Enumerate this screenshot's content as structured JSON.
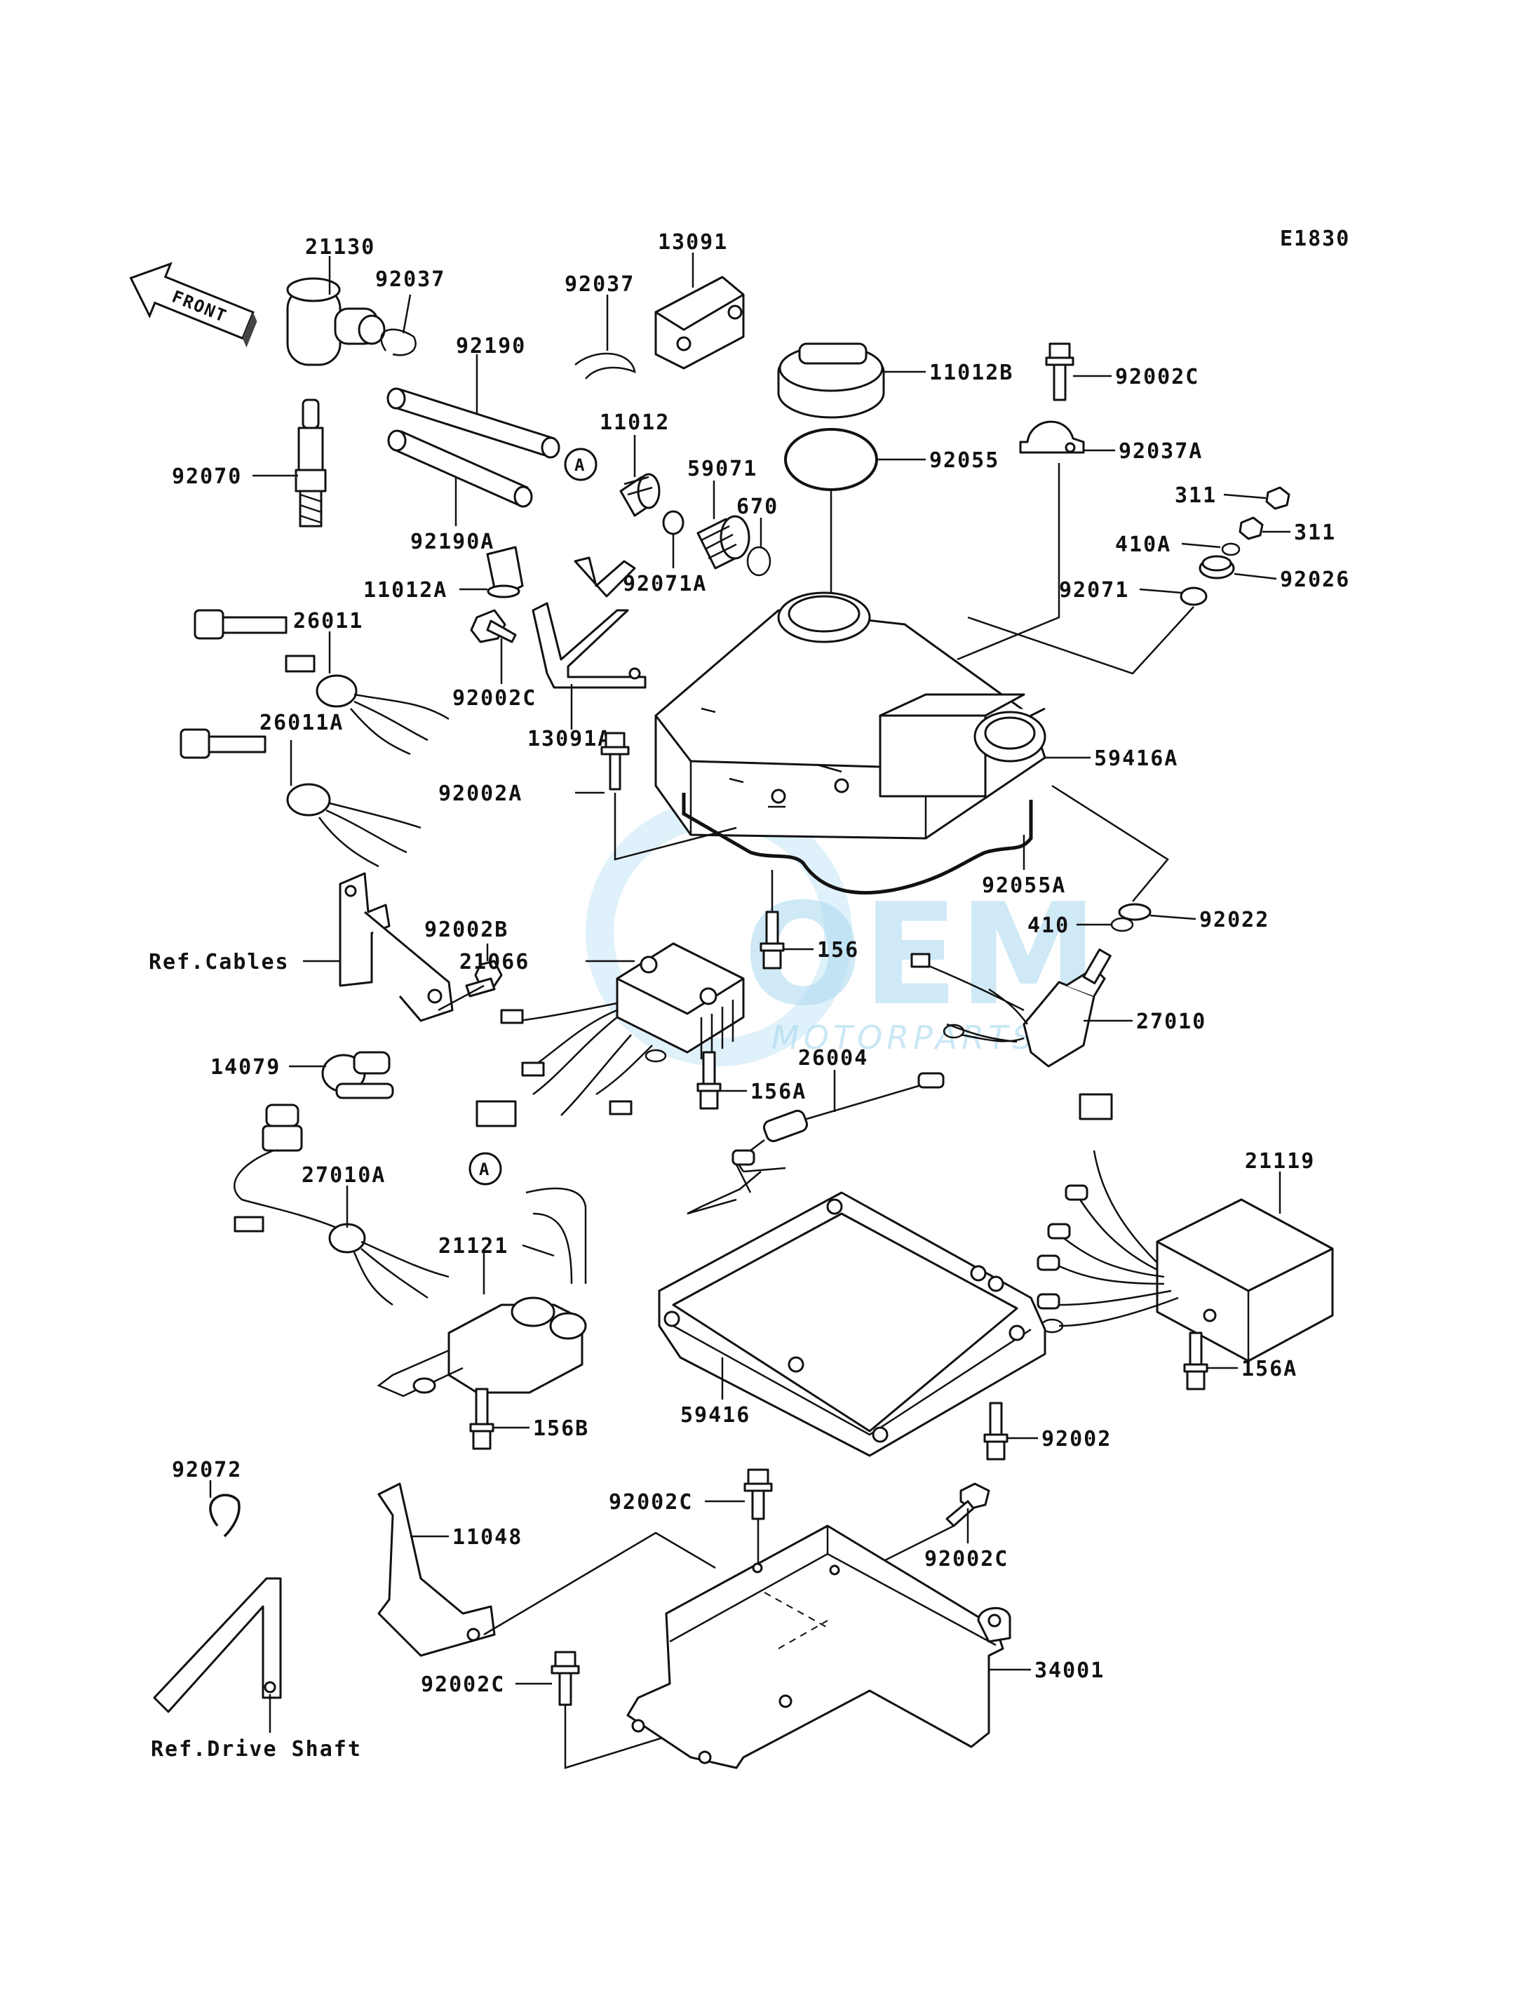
{
  "diagram_code": "E1830",
  "front_label": "FRONT",
  "callout_letter": "A",
  "watermark": {
    "brand": "OEM",
    "sub": "MOTORPARTS"
  },
  "parts": {
    "p21130": "21130",
    "p92037_a": "92037",
    "p92037_b": "92037",
    "p13091": "13091",
    "p92190": "92190",
    "p92190A": "92190A",
    "p92070": "92070",
    "p11012": "11012",
    "p11012A": "11012A",
    "p11012B": "11012B",
    "p59071": "59071",
    "p670": "670",
    "p92071A": "92071A",
    "p92055": "92055",
    "p92002C_top": "92002C",
    "p92037A": "92037A",
    "p311_a": "311",
    "p311_b": "311",
    "p410A": "410A",
    "p92071": "92071",
    "p92026": "92026",
    "p26011": "26011",
    "p26011A": "26011A",
    "p92002C_mid": "92002C",
    "p13091A": "13091A",
    "p59416A": "59416A",
    "p92002A": "92002A",
    "p92055A": "92055A",
    "p410": "410",
    "p92022": "92022",
    "p92002B": "92002B",
    "p21066": "21066",
    "p156": "156",
    "p27010": "27010",
    "p14079": "14079",
    "p26004": "26004",
    "p156A_left": "156A",
    "p21119": "21119",
    "p27010A": "27010A",
    "p21121": "21121",
    "p156A_right": "156A",
    "p156B": "156B",
    "p59416": "59416",
    "p92002": "92002",
    "p92072": "92072",
    "p11048": "11048",
    "p92002C_b1": "92002C",
    "p92002C_b2": "92002C",
    "p92002C_b3": "92002C",
    "p34001": "34001"
  },
  "refs": {
    "cables": "Ref.Cables",
    "drive_shaft": "Ref.Drive Shaft"
  }
}
